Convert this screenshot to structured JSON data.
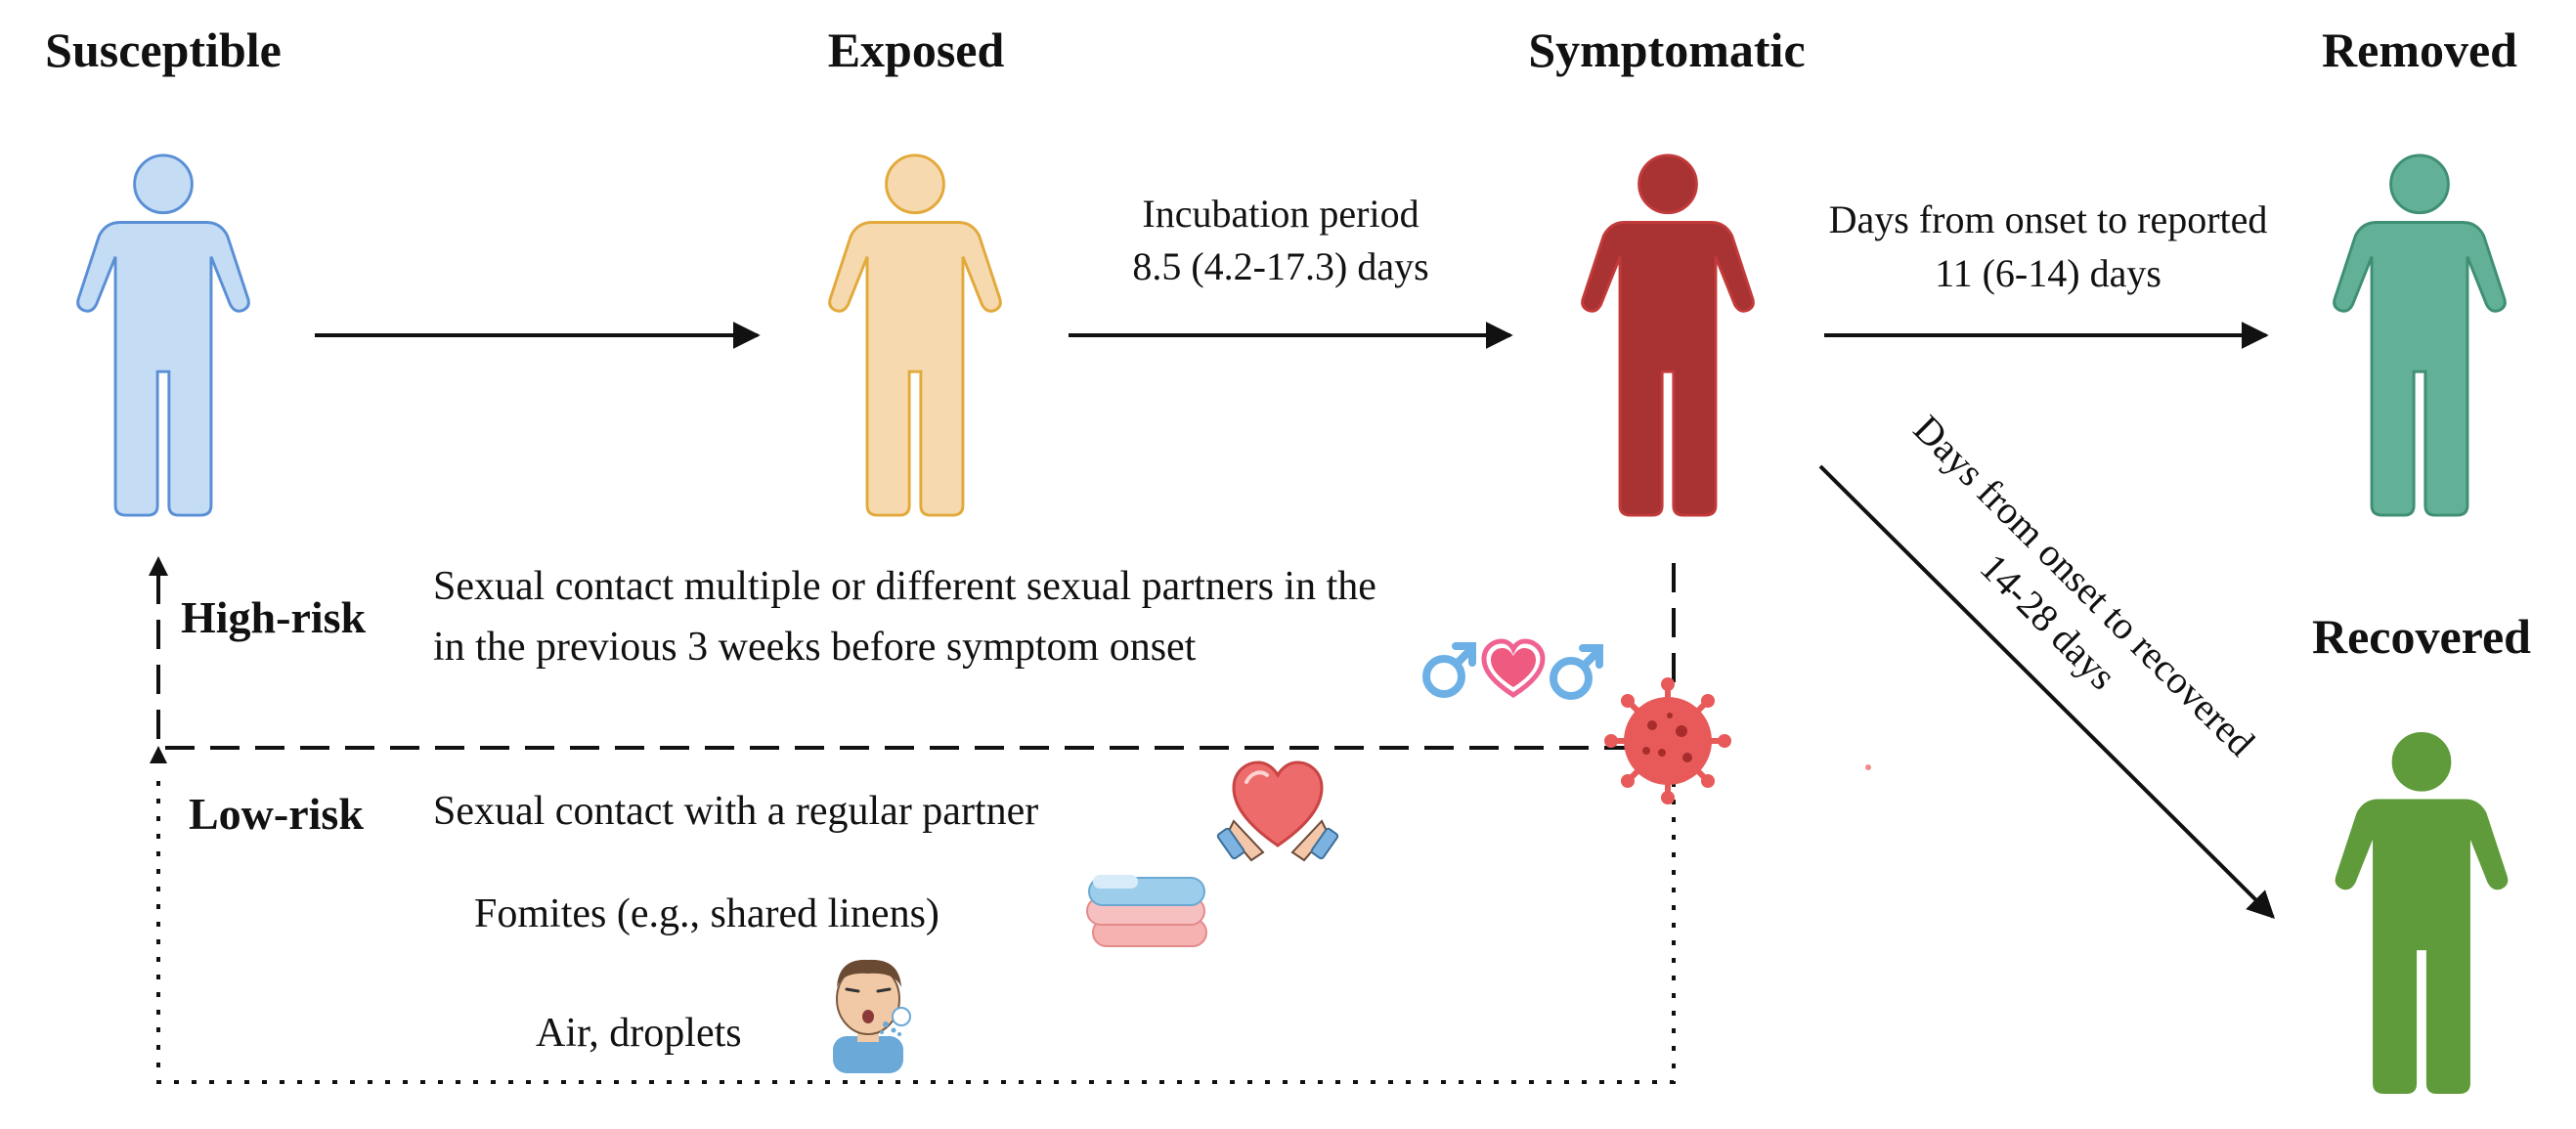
{
  "stages": {
    "susceptible": "Susceptible",
    "exposed": "Exposed",
    "symptomatic": "Symptomatic",
    "removed": "Removed",
    "recovered": "Recovered"
  },
  "transitions": {
    "incubation_line1": "Incubation period",
    "incubation_line2": "8.5 (4.2-17.3) days",
    "reported_line1": "Days from onset to reported",
    "reported_line2": "11 (6-14) days",
    "recovered_line1": "Days from onset to recovered",
    "recovered_line2": "14-28 days"
  },
  "risk": {
    "high_label": "High-risk",
    "high_line1": "Sexual contact multiple or different sexual partners in the",
    "high_line2": "in the previous 3 weeks before symptom onset",
    "low_label": "Low-risk",
    "low_item1": "Sexual contact with a regular partner",
    "low_item2": "Fomites (e.g., shared linens)",
    "low_item3": "Air, droplets"
  },
  "colors": {
    "susceptible": "#c5dcf5",
    "exposed": "#f7d9b0",
    "symptomatic": "#a93232",
    "removed": "#5fae93",
    "recovered": "#5f9b3a"
  },
  "icons": [
    "male-symbol-icon",
    "heart-icon",
    "virus-icon",
    "heart-hands-icon",
    "linens-icon",
    "sneezing-person-icon"
  ]
}
